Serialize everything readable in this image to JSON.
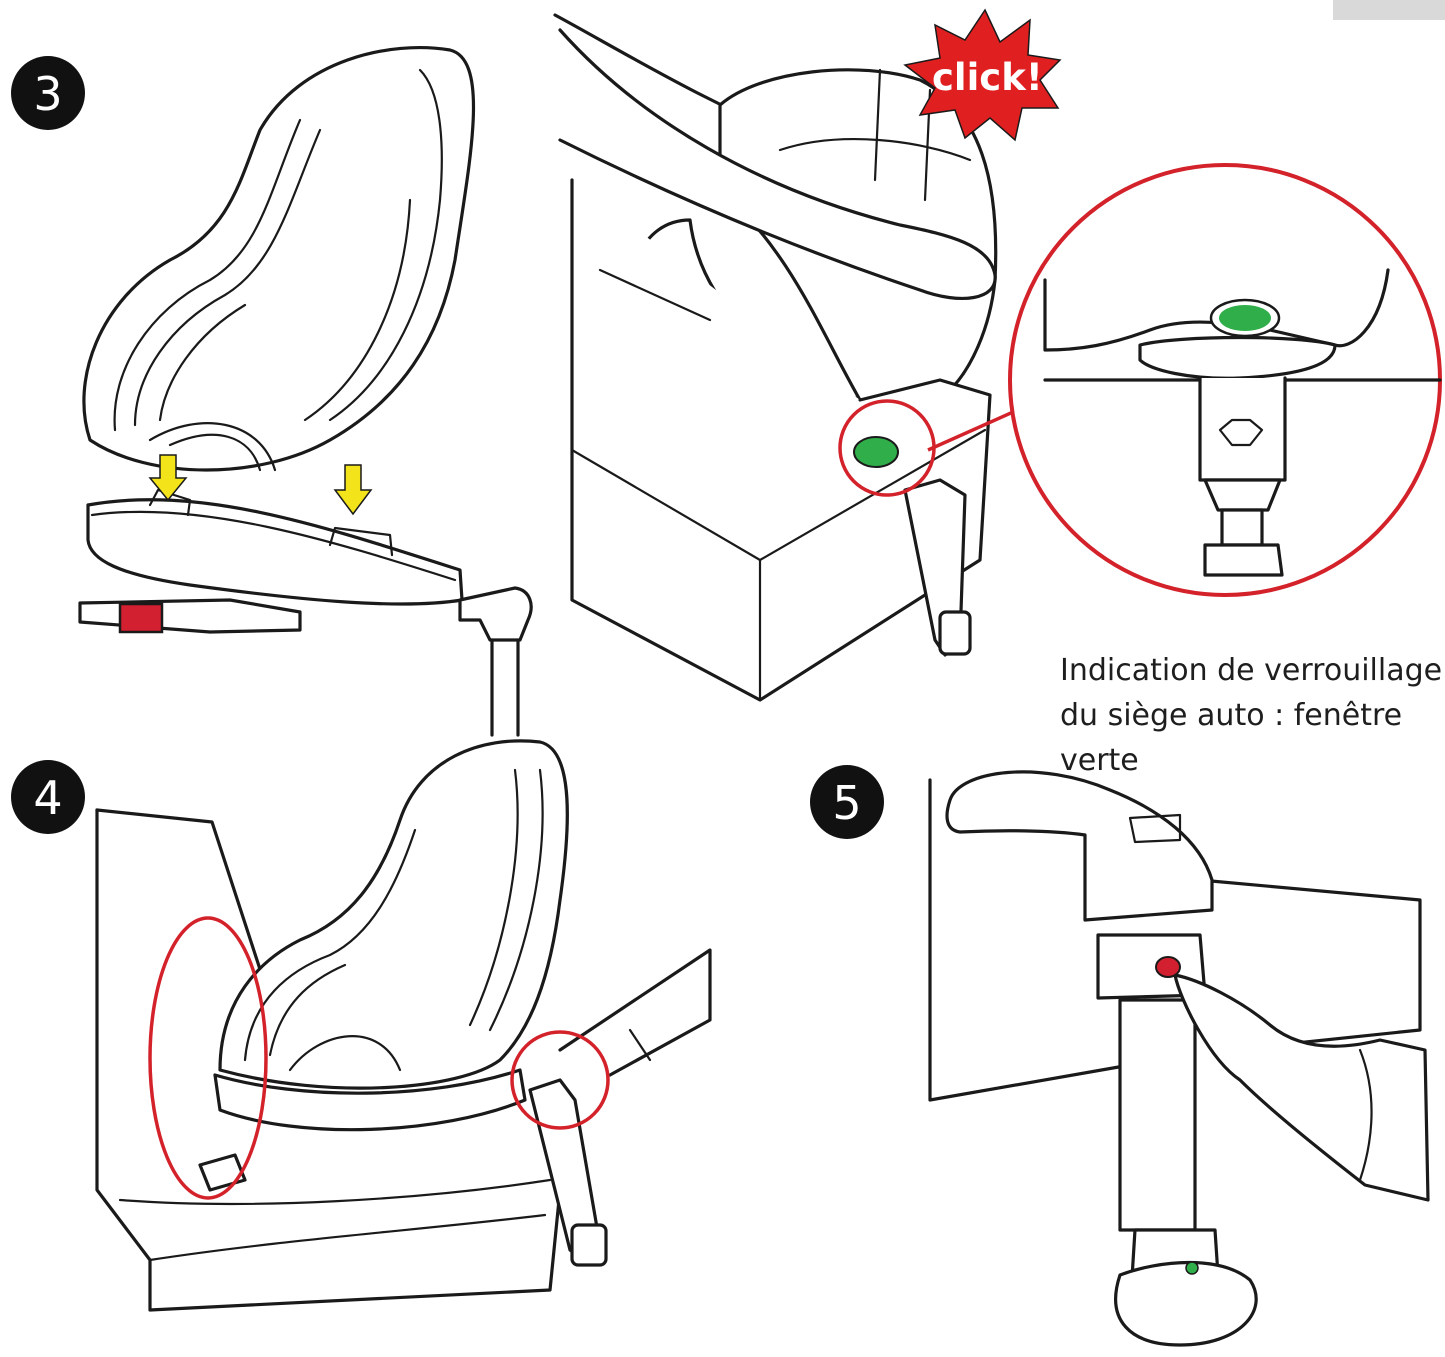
{
  "steps": [
    {
      "number": "3"
    },
    {
      "number": "4"
    },
    {
      "number": "5"
    }
  ],
  "click_label": "click!",
  "caption": "Indication de verrouillage du siège auto : fenêtre verte",
  "colors": {
    "badge": "#111111",
    "highlight_ring": "#d4222b",
    "burst": "#e02020",
    "indicator_green": "#2fae4a",
    "button_red": "#d32030",
    "arrow_yellow": "#f2e31b"
  }
}
